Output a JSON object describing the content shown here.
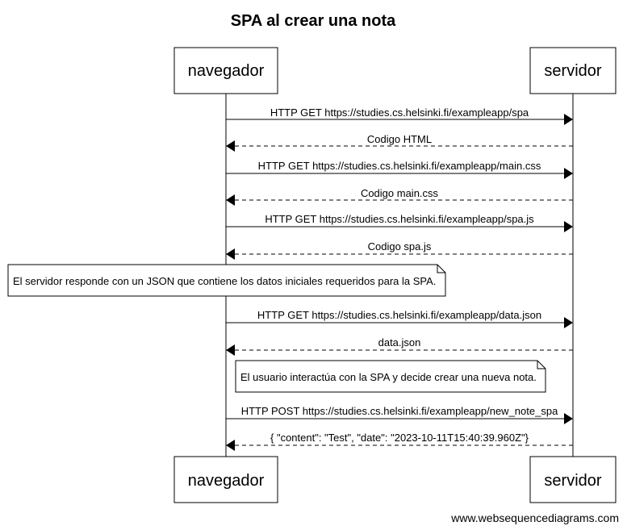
{
  "title": "SPA al crear una nota",
  "participants": {
    "browser": "navegador",
    "server": "servidor"
  },
  "messages": [
    {
      "label": "HTTP GET https://studies.cs.helsinki.fi/exampleapp/spa",
      "direction": "right",
      "style": "solid"
    },
    {
      "label": "Codigo HTML",
      "direction": "left",
      "style": "dashed"
    },
    {
      "label": "HTTP GET https://studies.cs.helsinki.fi/exampleapp/main.css",
      "direction": "right",
      "style": "solid"
    },
    {
      "label": "Codigo main.css",
      "direction": "left",
      "style": "dashed"
    },
    {
      "label": "HTTP GET https://studies.cs.helsinki.fi/exampleapp/spa.js",
      "direction": "right",
      "style": "solid"
    },
    {
      "label": "Codigo spa.js",
      "direction": "left",
      "style": "dashed"
    },
    {
      "label": "HTTP GET https://studies.cs.helsinki.fi/exampleapp/data.json",
      "direction": "right",
      "style": "solid"
    },
    {
      "label": "data.json",
      "direction": "left",
      "style": "dashed"
    },
    {
      "label": "HTTP POST https://studies.cs.helsinki.fi/exampleapp/new_note_spa",
      "direction": "right",
      "style": "solid"
    },
    {
      "label": "{ \"content\": \"Test\", \"date\": \"2023-10-11T15:40:39.960Z\"}",
      "direction": "left",
      "style": "dashed"
    }
  ],
  "notes": [
    {
      "text": "El servidor responde con un JSON que contiene los datos iniciales requeridos para la SPA."
    },
    {
      "text": "El usuario interactúa con la SPA y decide crear una nueva nota."
    }
  ],
  "watermark": "www.websequencediagrams.com"
}
